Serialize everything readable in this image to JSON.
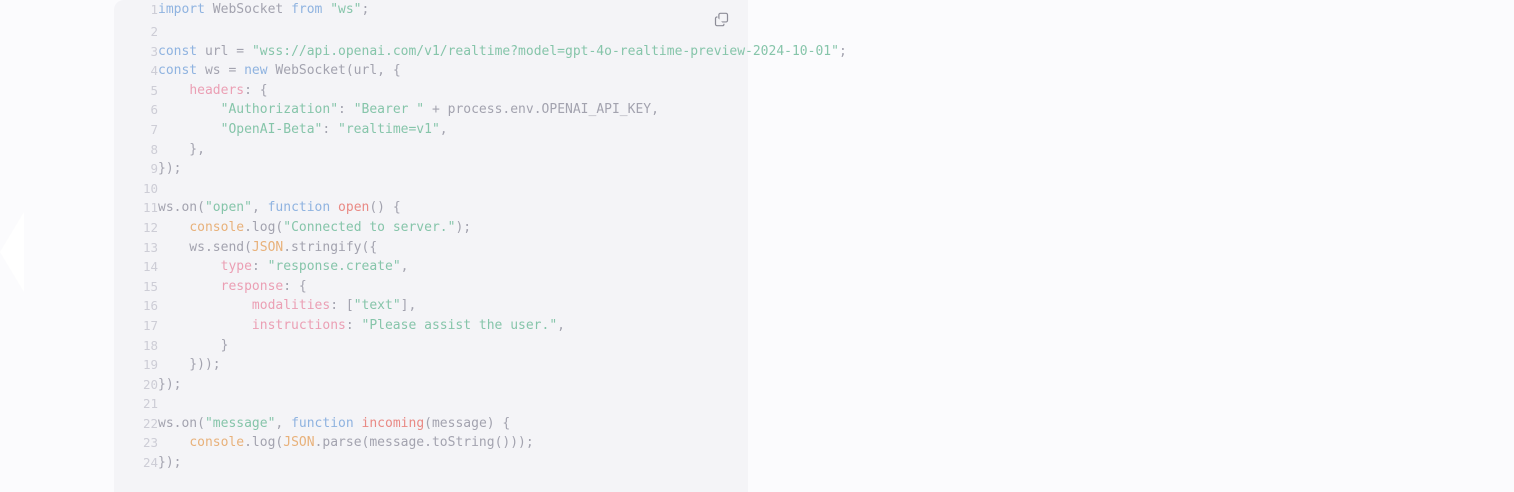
{
  "panel": {
    "name": "code-block",
    "background_color": "#f4f4f7",
    "page_background_color": "#fbfbfd",
    "copy_button_title": "Copy code"
  },
  "icons": {
    "copy": "copy-icon"
  },
  "theme": {
    "keyword_color": "#8fb3e0",
    "string_color": "#86c5aa",
    "function_color": "#e98a85",
    "object_color": "#e8b17a",
    "key_color": "#eb9fb4",
    "plain_color": "#a3a3af",
    "gutter_color": "#cdcdd6"
  },
  "code": {
    "language": "javascript",
    "first_line_number": 1,
    "last_line_number": 24,
    "line_numbers": [
      1,
      2,
      3,
      4,
      5,
      6,
      7,
      8,
      9,
      10,
      11,
      12,
      13,
      14,
      15,
      16,
      17,
      18,
      19,
      20,
      21,
      22,
      23,
      24
    ],
    "plain_text": "import WebSocket from \"ws\";\n\nconst url = \"wss://api.openai.com/v1/realtime?model=gpt-4o-realtime-preview-2024-10-01\";\nconst ws = new WebSocket(url, {\n    headers: {\n        \"Authorization\": \"Bearer \" + process.env.OPENAI_API_KEY,\n        \"OpenAI-Beta\": \"realtime=v1\",\n    },\n});\n\nws.on(\"open\", function open() {\n    console.log(\"Connected to server.\");\n    ws.send(JSON.stringify({\n        type: \"response.create\",\n        response: {\n            modalities: [\"text\"],\n            instructions: \"Please assist the user.\",\n        }\n    }));\n});\n\nws.on(\"message\", function incoming(message) {\n    console.log(JSON.parse(message.toString()));\n});",
    "lines": [
      {
        "n": 1,
        "tokens": [
          {
            "c": "kw",
            "t": "import"
          },
          {
            "c": "pln",
            "t": " WebSocket "
          },
          {
            "c": "kw",
            "t": "from"
          },
          {
            "c": "pln",
            "t": " "
          },
          {
            "c": "str",
            "t": "\"ws\""
          },
          {
            "c": "pln",
            "t": ";"
          }
        ]
      },
      {
        "n": 2,
        "tokens": []
      },
      {
        "n": 3,
        "tokens": [
          {
            "c": "kw",
            "t": "const"
          },
          {
            "c": "pln",
            "t": " url = "
          },
          {
            "c": "str",
            "t": "\"wss://api.openai.com/v1/realtime?model=gpt-4o-realtime-preview-2024-10-01\""
          },
          {
            "c": "pln",
            "t": ";"
          }
        ]
      },
      {
        "n": 4,
        "tokens": [
          {
            "c": "kw",
            "t": "const"
          },
          {
            "c": "pln",
            "t": " ws = "
          },
          {
            "c": "kw",
            "t": "new"
          },
          {
            "c": "pln",
            "t": " WebSocket(url, {"
          }
        ]
      },
      {
        "n": 5,
        "tokens": [
          {
            "c": "pln",
            "t": "    "
          },
          {
            "c": "key",
            "t": "headers"
          },
          {
            "c": "pln",
            "t": ": {"
          }
        ]
      },
      {
        "n": 6,
        "tokens": [
          {
            "c": "pln",
            "t": "        "
          },
          {
            "c": "str",
            "t": "\"Authorization\""
          },
          {
            "c": "pln",
            "t": ": "
          },
          {
            "c": "str",
            "t": "\"Bearer \""
          },
          {
            "c": "pln",
            "t": " + process.env.OPENAI_API_KEY,"
          }
        ]
      },
      {
        "n": 7,
        "tokens": [
          {
            "c": "pln",
            "t": "        "
          },
          {
            "c": "str",
            "t": "\"OpenAI-Beta\""
          },
          {
            "c": "pln",
            "t": ": "
          },
          {
            "c": "str",
            "t": "\"realtime=v1\""
          },
          {
            "c": "pln",
            "t": ","
          }
        ]
      },
      {
        "n": 8,
        "tokens": [
          {
            "c": "pln",
            "t": "    },"
          }
        ]
      },
      {
        "n": 9,
        "tokens": [
          {
            "c": "pln",
            "t": "});"
          }
        ]
      },
      {
        "n": 10,
        "tokens": []
      },
      {
        "n": 11,
        "tokens": [
          {
            "c": "pln",
            "t": "ws.on("
          },
          {
            "c": "str",
            "t": "\"open\""
          },
          {
            "c": "pln",
            "t": ", "
          },
          {
            "c": "kw",
            "t": "function"
          },
          {
            "c": "pln",
            "t": " "
          },
          {
            "c": "fn",
            "t": "open"
          },
          {
            "c": "pln",
            "t": "() {"
          }
        ]
      },
      {
        "n": 12,
        "tokens": [
          {
            "c": "pln",
            "t": "    "
          },
          {
            "c": "obj",
            "t": "console"
          },
          {
            "c": "pln",
            "t": ".log("
          },
          {
            "c": "str",
            "t": "\"Connected to server.\""
          },
          {
            "c": "pln",
            "t": ");"
          }
        ]
      },
      {
        "n": 13,
        "tokens": [
          {
            "c": "pln",
            "t": "    ws.send("
          },
          {
            "c": "obj",
            "t": "JSON"
          },
          {
            "c": "pln",
            "t": ".stringify({"
          }
        ]
      },
      {
        "n": 14,
        "tokens": [
          {
            "c": "pln",
            "t": "        "
          },
          {
            "c": "key",
            "t": "type"
          },
          {
            "c": "pln",
            "t": ": "
          },
          {
            "c": "str",
            "t": "\"response.create\""
          },
          {
            "c": "pln",
            "t": ","
          }
        ]
      },
      {
        "n": 15,
        "tokens": [
          {
            "c": "pln",
            "t": "        "
          },
          {
            "c": "key",
            "t": "response"
          },
          {
            "c": "pln",
            "t": ": {"
          }
        ]
      },
      {
        "n": 16,
        "tokens": [
          {
            "c": "pln",
            "t": "            "
          },
          {
            "c": "key",
            "t": "modalities"
          },
          {
            "c": "pln",
            "t": ": ["
          },
          {
            "c": "str",
            "t": "\"text\""
          },
          {
            "c": "pln",
            "t": "],"
          }
        ]
      },
      {
        "n": 17,
        "tokens": [
          {
            "c": "pln",
            "t": "            "
          },
          {
            "c": "key",
            "t": "instructions"
          },
          {
            "c": "pln",
            "t": ": "
          },
          {
            "c": "str",
            "t": "\"Please assist the user.\""
          },
          {
            "c": "pln",
            "t": ","
          }
        ]
      },
      {
        "n": 18,
        "tokens": [
          {
            "c": "pln",
            "t": "        }"
          }
        ]
      },
      {
        "n": 19,
        "tokens": [
          {
            "c": "pln",
            "t": "    }));"
          }
        ]
      },
      {
        "n": 20,
        "tokens": [
          {
            "c": "pln",
            "t": "});"
          }
        ]
      },
      {
        "n": 21,
        "tokens": []
      },
      {
        "n": 22,
        "tokens": [
          {
            "c": "pln",
            "t": "ws.on("
          },
          {
            "c": "str",
            "t": "\"message\""
          },
          {
            "c": "pln",
            "t": ", "
          },
          {
            "c": "kw",
            "t": "function"
          },
          {
            "c": "pln",
            "t": " "
          },
          {
            "c": "fn",
            "t": "incoming"
          },
          {
            "c": "pln",
            "t": "(message) {"
          }
        ]
      },
      {
        "n": 23,
        "tokens": [
          {
            "c": "pln",
            "t": "    "
          },
          {
            "c": "obj",
            "t": "console"
          },
          {
            "c": "pln",
            "t": ".log("
          },
          {
            "c": "obj",
            "t": "JSON"
          },
          {
            "c": "pln",
            "t": ".parse(message.toString()));"
          }
        ]
      },
      {
        "n": 24,
        "tokens": [
          {
            "c": "pln",
            "t": "});"
          }
        ]
      }
    ]
  }
}
